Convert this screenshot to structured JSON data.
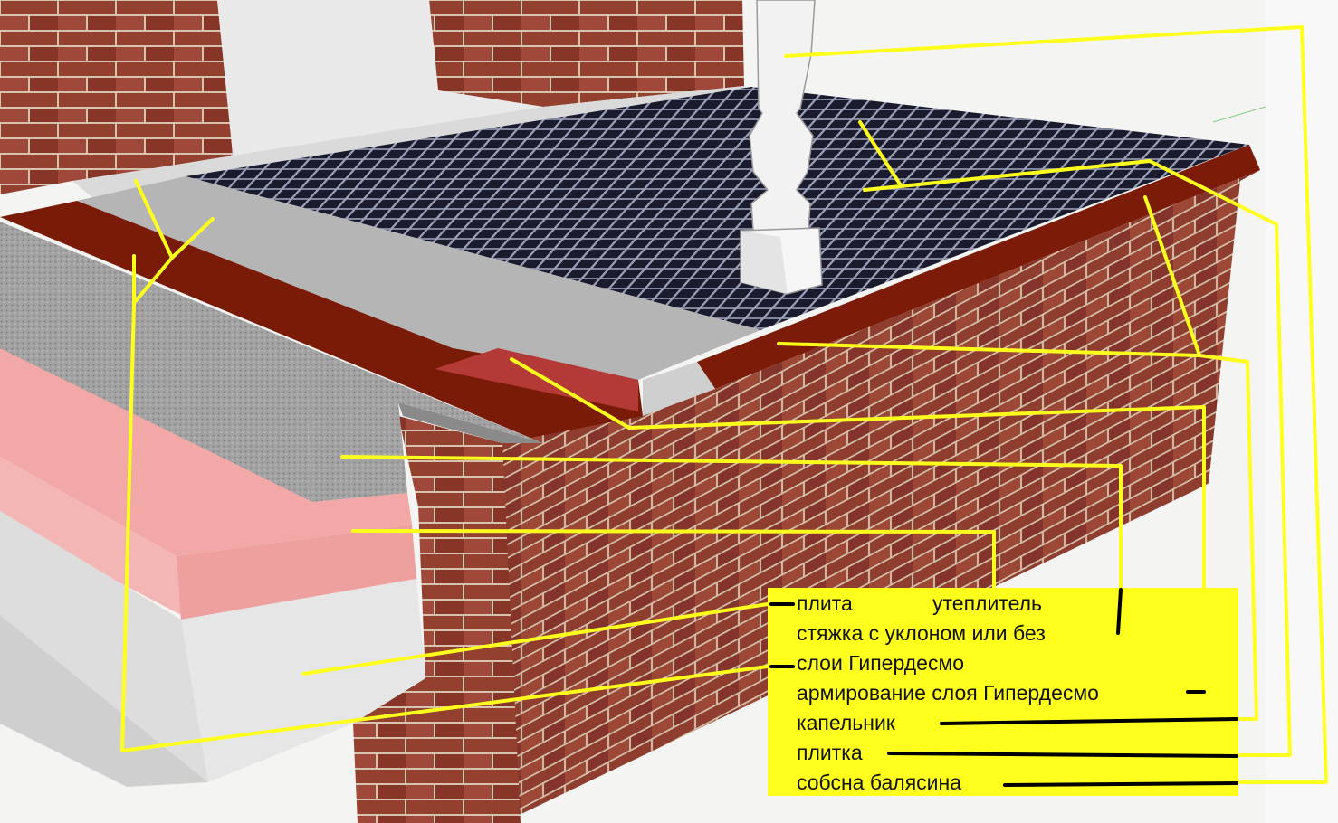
{
  "diagram": {
    "labels": [
      {
        "id": "plate",
        "text": "плита"
      },
      {
        "id": "insulation",
        "text": "утеплитель"
      },
      {
        "id": "screed",
        "text": "стяжка с уклоном или без"
      },
      {
        "id": "hyperdesmo",
        "text": "слои Гипердесмо"
      },
      {
        "id": "reinforcement",
        "text": "армирование слоя Гипердесмо"
      },
      {
        "id": "drip",
        "text": "капельник"
      },
      {
        "id": "tile",
        "text": "плитка"
      },
      {
        "id": "baluster",
        "text": "собсна балясина"
      }
    ],
    "colors": {
      "brick": "#8e3a2c",
      "mortar": "#d9c7b4",
      "tile": "#17192b",
      "tile_grout": "#9aa0b8",
      "membrane": "#7c1b08",
      "membrane_light": "#b33a36",
      "concrete": "#9c9c9c",
      "insulation": "#f2a2a0",
      "plate": "#e2e2e2",
      "screed_top": "#bdbdbd",
      "leader_yellow": "#ffff1e",
      "legend_bg": "#ffff1e",
      "leader_black": "#000000"
    }
  }
}
